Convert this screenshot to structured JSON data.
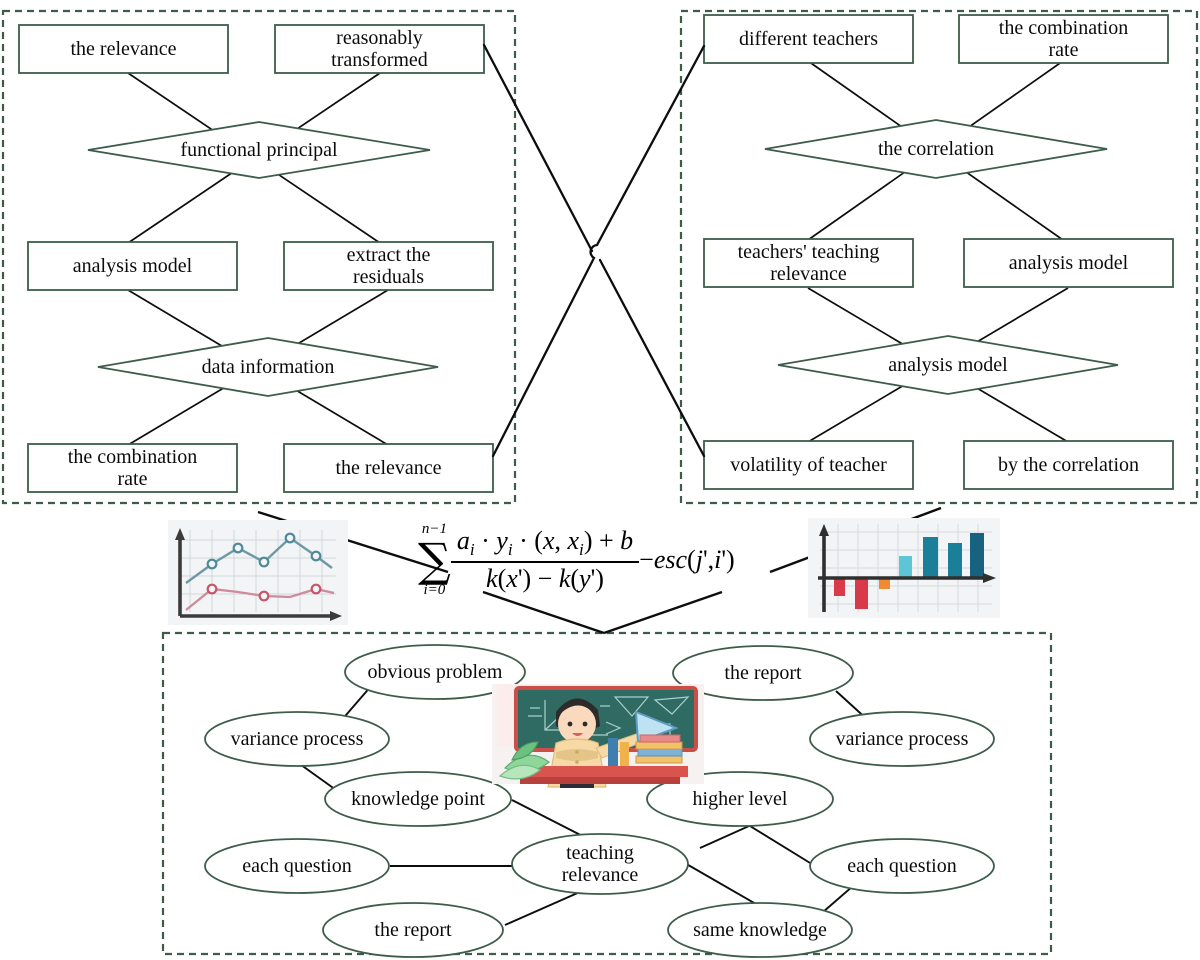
{
  "diagram": {
    "title": "teaching relevance analysis model diagram",
    "colors": {
      "panel_border": "#3d5c4a",
      "shape_border": "#3d5c4a",
      "connector": "#0d0d0d",
      "text": "#0b0b0b",
      "background": "#ffffff",
      "chart_line_teal": "#5b93a3",
      "chart_line_pink": "#c96a7e",
      "chart_bar_red": "#d93a4a",
      "chart_bar_orange": "#ef8a33",
      "chart_bar_cyan": "#5ec5d6",
      "chart_bar_teal": "#1c7f99",
      "chart_bar_navy": "#176280"
    },
    "panels": [
      {
        "id": "panel-left",
        "name": "left-analysis-panel",
        "boxes": [
          {
            "id": "l-b1",
            "label": "the relevance"
          },
          {
            "id": "l-b2",
            "label": "reasonably\ntransformed"
          },
          {
            "id": "l-b3",
            "label": "analysis model"
          },
          {
            "id": "l-b4",
            "label": "extract the\nresiduals"
          },
          {
            "id": "l-b5",
            "label": "the combination\nrate"
          },
          {
            "id": "l-b6",
            "label": "the relevance"
          }
        ],
        "diamonds": [
          {
            "id": "l-d1",
            "label": "functional principal"
          },
          {
            "id": "l-d2",
            "label": "data information"
          }
        ]
      },
      {
        "id": "panel-right",
        "name": "right-correlation-panel",
        "boxes": [
          {
            "id": "r-b1",
            "label": "different teachers"
          },
          {
            "id": "r-b2",
            "label": "the combination\nrate"
          },
          {
            "id": "r-b3",
            "label": "teachers' teaching\nrelevance"
          },
          {
            "id": "r-b4",
            "label": "analysis model"
          },
          {
            "id": "r-b5",
            "label": "volatility of teacher"
          },
          {
            "id": "r-b6",
            "label": "by the correlation"
          }
        ],
        "diamonds": [
          {
            "id": "r-d1",
            "label": "the correlation"
          },
          {
            "id": "r-d2",
            "label": "analysis model"
          }
        ]
      },
      {
        "id": "panel-bottom",
        "name": "bottom-teaching-relevance-panel",
        "ellipses": [
          {
            "id": "e1",
            "label": "obvious problem"
          },
          {
            "id": "e2",
            "label": "the report"
          },
          {
            "id": "e3",
            "label": "variance process"
          },
          {
            "id": "e4",
            "label": "variance process"
          },
          {
            "id": "e5",
            "label": "knowledge point"
          },
          {
            "id": "e6",
            "label": "higher level"
          },
          {
            "id": "e7",
            "label": "each question"
          },
          {
            "id": "e8",
            "label": "teaching\nrelevance"
          },
          {
            "id": "e9",
            "label": "each question"
          },
          {
            "id": "e10",
            "label": "the report"
          },
          {
            "id": "e11",
            "label": "same knowledge"
          }
        ]
      }
    ],
    "formula": {
      "id": "center-formula",
      "plain": "sum_{i=0}^{n-1} ( a_i . y_i . (x, x_i) + b ) / ( k(x') - k(y') ) - esc(j', i')",
      "upper_limit": "n−1",
      "lower_limit": "i=0",
      "sigma": "∑",
      "numerator": "a i · y i · ( x , x i ) + b",
      "denominator": "k ( x' ) − k ( y' )",
      "tail": "− esc ( j' , i' )"
    },
    "thumbnails": [
      {
        "id": "thumb-line-chart",
        "name": "line-chart-thumbnail",
        "caption": "two-series line chart thumbnail"
      },
      {
        "id": "thumb-bar-chart",
        "name": "bar-chart-thumbnail",
        "caption": "positive and negative bar chart thumbnail"
      }
    ],
    "illustration": {
      "id": "teacher-illustration",
      "name": "teacher-at-blackboard-illustration",
      "caption": "cartoon teacher pointing at a blackboard with geometry diagrams"
    }
  },
  "chart_data": [
    {
      "type": "line",
      "id": "thumb-line-chart",
      "title": "",
      "xlabel": "",
      "ylabel": "",
      "grid": true,
      "legend": "none",
      "x": [
        0,
        1,
        2,
        3,
        4,
        5,
        6,
        7
      ],
      "series": [
        {
          "name": "series-teal",
          "color": "#5b93a3",
          "values": [
            28,
            42,
            62,
            48,
            72,
            58,
            46,
            60
          ]
        },
        {
          "name": "series-pink",
          "color": "#c96a7e",
          "values": [
            5,
            30,
            27,
            23,
            20,
            20,
            28,
            24
          ]
        }
      ],
      "ylim": [
        0,
        80
      ],
      "xlim": [
        0,
        7
      ]
    },
    {
      "type": "bar",
      "id": "thumb-bar-chart",
      "title": "",
      "xlabel": "",
      "ylabel": "",
      "grid": true,
      "legend": "none",
      "categories": [
        "1",
        "2",
        "3",
        "4",
        "5",
        "6",
        "7"
      ],
      "values": [
        -18,
        -34,
        -10,
        26,
        58,
        50,
        64
      ],
      "bar_colors": [
        "#d93a4a",
        "#d93a4a",
        "#ef8a33",
        "#5ec5d6",
        "#1c7f99",
        "#1c7f99",
        "#176280"
      ],
      "ylim": [
        -40,
        70
      ]
    }
  ]
}
